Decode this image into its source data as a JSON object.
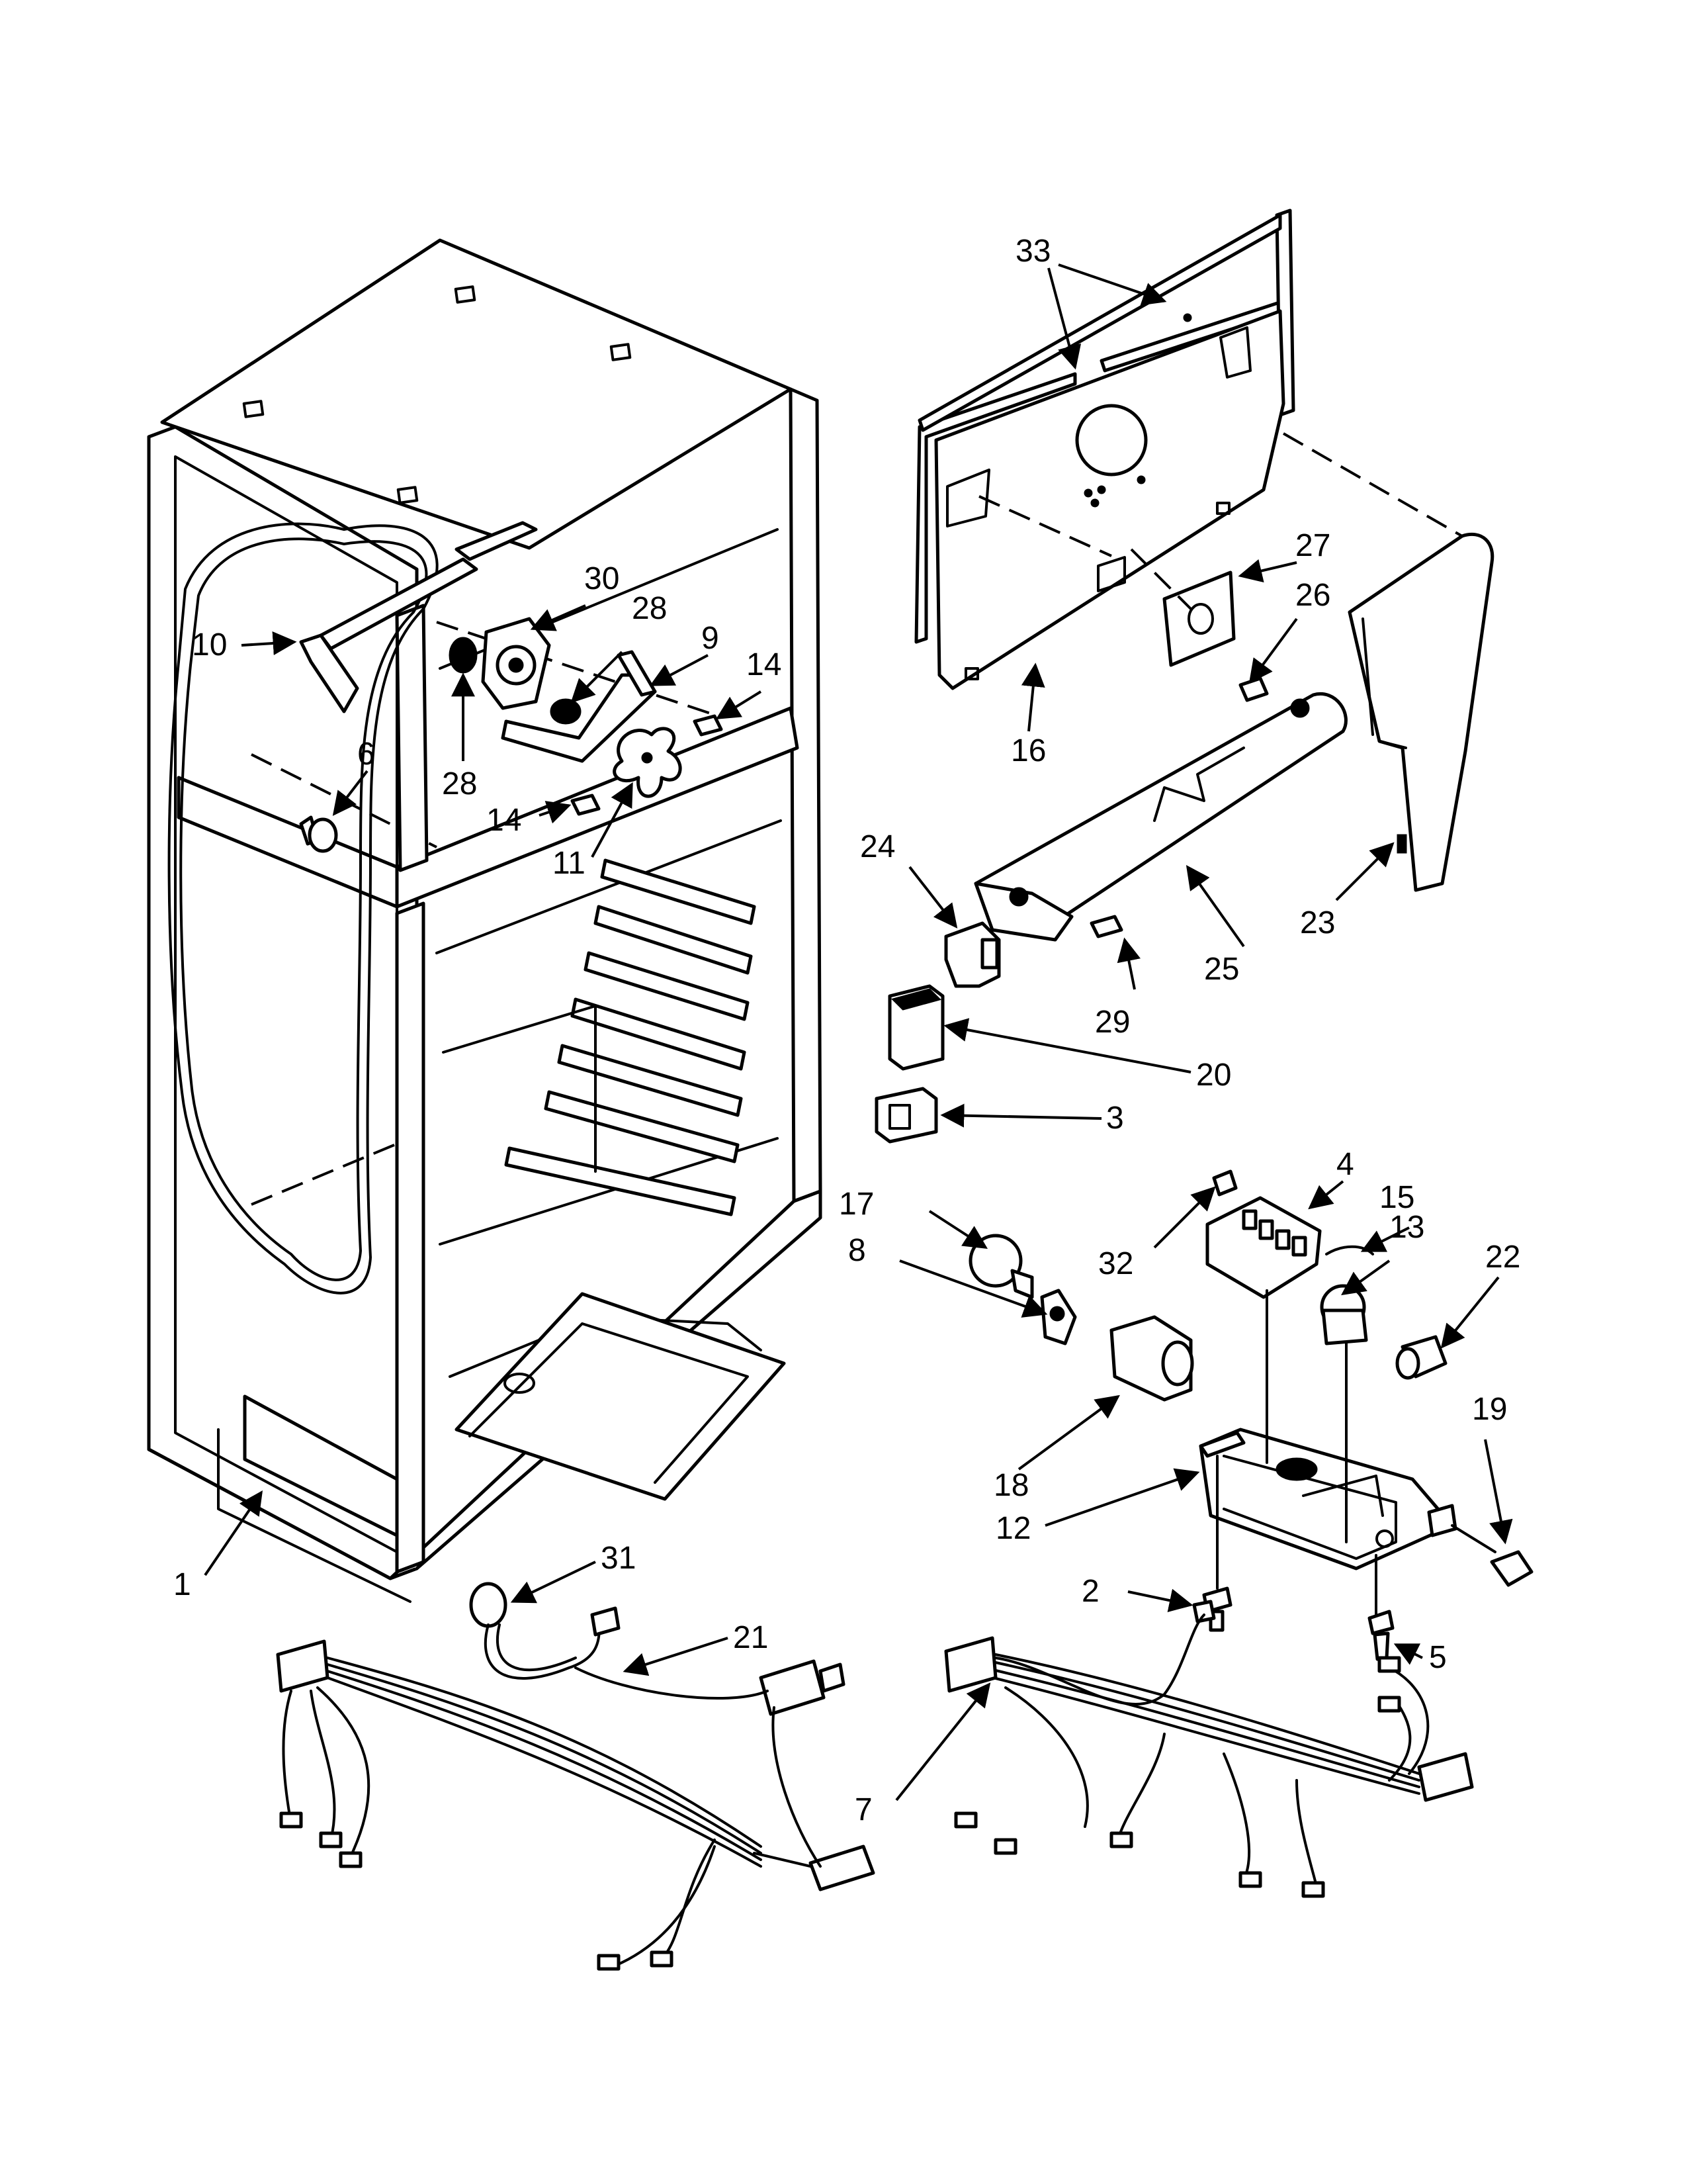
{
  "callouts": [
    {
      "id": "1",
      "label": "1"
    },
    {
      "id": "2",
      "label": "2"
    },
    {
      "id": "3",
      "label": "3"
    },
    {
      "id": "4",
      "label": "4"
    },
    {
      "id": "5",
      "label": "5"
    },
    {
      "id": "6",
      "label": "6"
    },
    {
      "id": "7",
      "label": "7"
    },
    {
      "id": "8",
      "label": "8"
    },
    {
      "id": "9",
      "label": "9"
    },
    {
      "id": "10",
      "label": "10"
    },
    {
      "id": "11",
      "label": "11"
    },
    {
      "id": "12",
      "label": "12"
    },
    {
      "id": "13",
      "label": "13"
    },
    {
      "id": "14a",
      "label": "14"
    },
    {
      "id": "14b",
      "label": "14"
    },
    {
      "id": "15",
      "label": "15"
    },
    {
      "id": "16",
      "label": "16"
    },
    {
      "id": "17",
      "label": "17"
    },
    {
      "id": "18",
      "label": "18"
    },
    {
      "id": "19",
      "label": "19"
    },
    {
      "id": "20",
      "label": "20"
    },
    {
      "id": "21",
      "label": "21"
    },
    {
      "id": "22",
      "label": "22"
    },
    {
      "id": "23",
      "label": "23"
    },
    {
      "id": "24",
      "label": "24"
    },
    {
      "id": "25",
      "label": "25"
    },
    {
      "id": "26",
      "label": "26"
    },
    {
      "id": "27",
      "label": "27"
    },
    {
      "id": "28a",
      "label": "28"
    },
    {
      "id": "28b",
      "label": "28"
    },
    {
      "id": "29",
      "label": "29"
    },
    {
      "id": "30",
      "label": "30"
    },
    {
      "id": "31",
      "label": "31"
    },
    {
      "id": "32",
      "label": "32"
    },
    {
      "id": "33",
      "label": "33"
    }
  ]
}
